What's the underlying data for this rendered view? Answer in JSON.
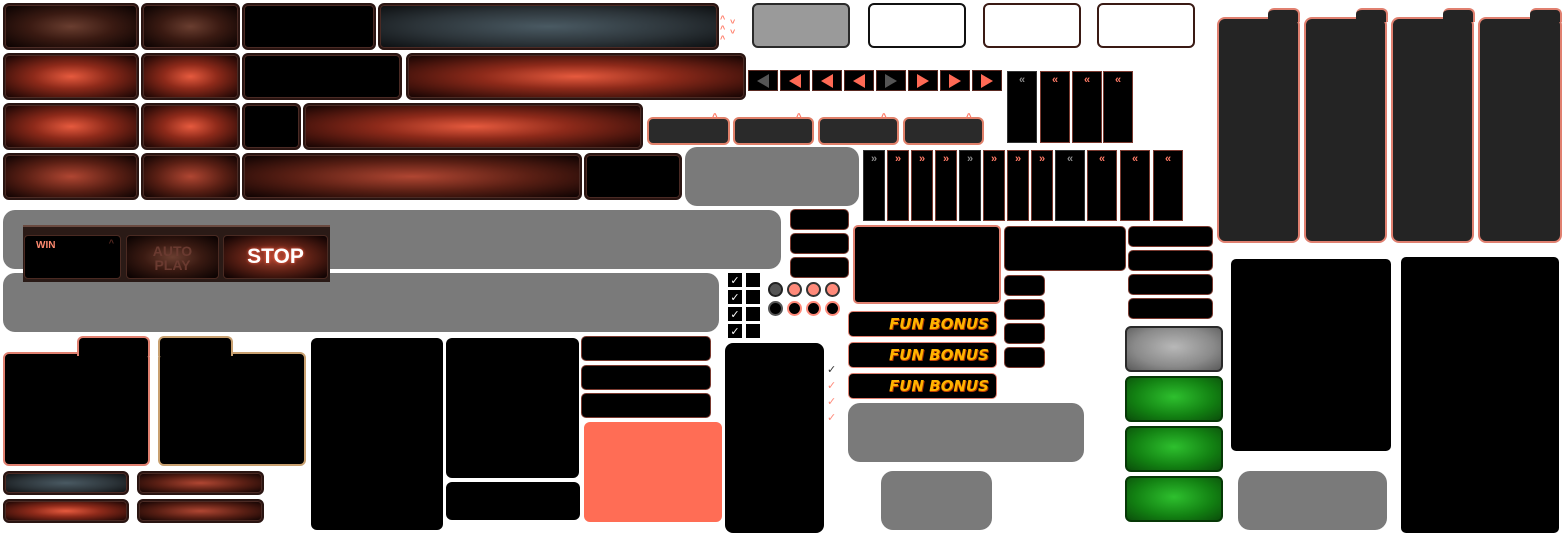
{
  "panel": {
    "win_label": "WIN",
    "auto_label": "AUTO",
    "play_label": "PLAY",
    "stop_label": "STOP"
  },
  "fun_bonus": [
    "FUN BONUS",
    "FUN BONUS",
    "FUN BONUS"
  ],
  "glyphs": {
    "chevron_up": "^",
    "double_left": "«",
    "double_right": "»",
    "check": "✓"
  },
  "colors": {
    "accent": "#ff6a55",
    "salmon": "#ff6d55",
    "green": "#128012",
    "gray": "#7a7a7a",
    "bonus_text": "#ffb400"
  }
}
